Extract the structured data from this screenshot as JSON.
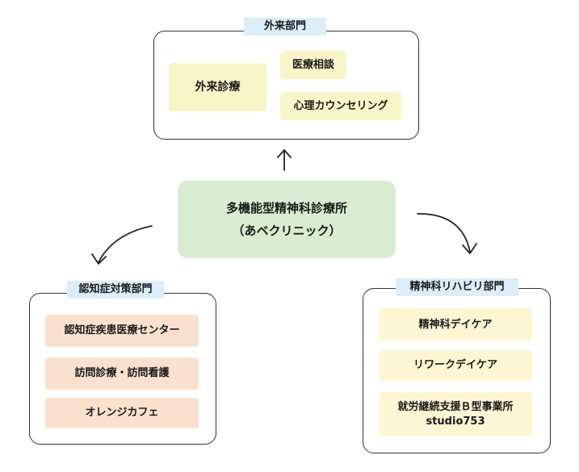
{
  "center": {
    "line1": "多機能型精神科診療所",
    "line2": "（あベクリニック）"
  },
  "outpatient": {
    "title": "外来部門",
    "items": [
      "外来診療",
      "医療相談",
      "心理カウンセリング"
    ]
  },
  "dementia": {
    "title": "認知症対策部門",
    "items": [
      "認知症疾患医療センター",
      "訪問診療・訪問看護",
      "オレンジカフェ"
    ]
  },
  "rehab": {
    "title": "精神科リハビリ部門",
    "items": [
      "精神科デイケア",
      "リワークデイケア",
      "就労継続支援Ｂ型事業所",
      "studio753"
    ]
  },
  "colors": {
    "group_title_bg": "#dbeef9",
    "center_bg": "#d9ebd1",
    "outpatient_box": "#f8f5c9",
    "dementia_box": "#fae1cf",
    "rehab_box": "#fcf6d4",
    "border": "#333333"
  }
}
